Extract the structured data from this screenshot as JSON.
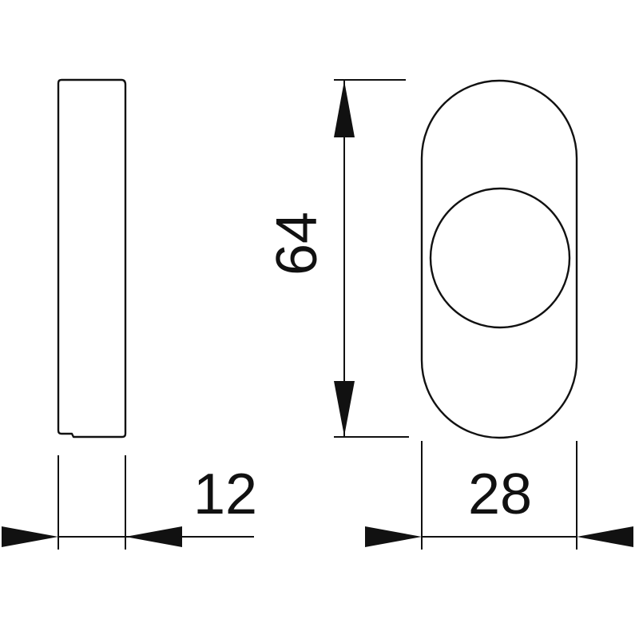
{
  "dimensions": {
    "height": "64",
    "thickness": "12",
    "width": "28"
  },
  "colors": {
    "line": "#111111",
    "background": "#ffffff"
  }
}
